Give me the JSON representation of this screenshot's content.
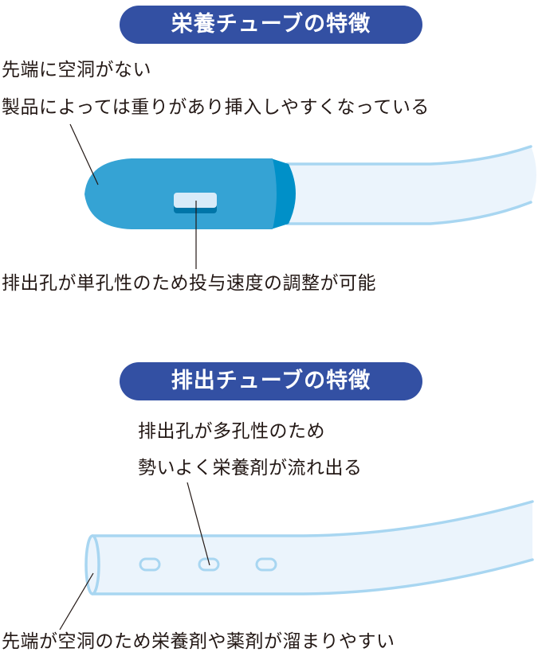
{
  "section_feeding": {
    "title": "栄養チューブの特徴",
    "callouts": [
      "先端に空洞がない",
      "製品によっては重りがあり挿入しやすくなっている",
      "排出孔が単孔性のため投与速度の調整が可能"
    ]
  },
  "section_drain": {
    "title": "排出チューブの特徴",
    "callouts": [
      "排出孔が多孔性のため",
      "勢いよく栄養剤が流れ出る",
      "先端が空洞のため栄養剤や薬剤が溜まりやすい"
    ]
  },
  "colors": {
    "pill_bg": "#3350a3",
    "tip_blue": "#35a3d4",
    "tip_band": "#0090c8",
    "tube_fill": "#ebf4fc",
    "tube_edge": "#a8d6f1",
    "hole_fill": "#d8ebf9",
    "hole_shadow": "#0075a8",
    "leader": "#231815"
  }
}
